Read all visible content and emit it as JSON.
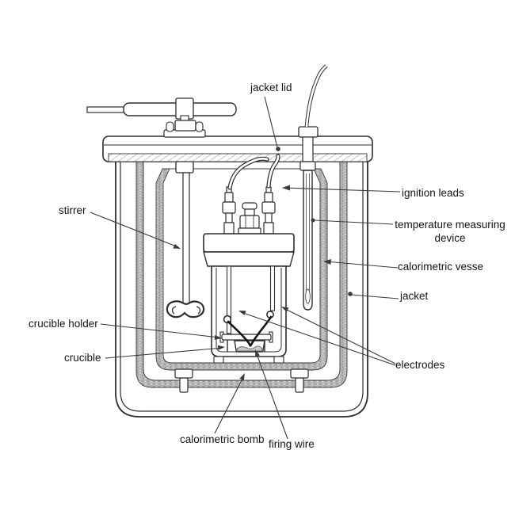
{
  "labels": {
    "jacket_lid": "jacket lid",
    "ignition_leads": "ignition leads",
    "temperature_measuring_device": "temperature measuring device",
    "calorimetric_vessel": "calorimetric vesse",
    "jacket": "jacket",
    "stirrer": "stirrer",
    "crucible_holder": "crucible holder",
    "crucible": "crucible",
    "electrodes": "electrodes",
    "calorimetric_bomb": "calorimetric bomb",
    "firing_wire": "firing wire"
  },
  "colors": {
    "line": "#2d2d2d",
    "leader_line": "#3a3a3a",
    "insulation_gray": "#b4b4b4",
    "sample_gray": "#c9c9c9",
    "background": "#ffffff",
    "label_text": "#141414"
  }
}
